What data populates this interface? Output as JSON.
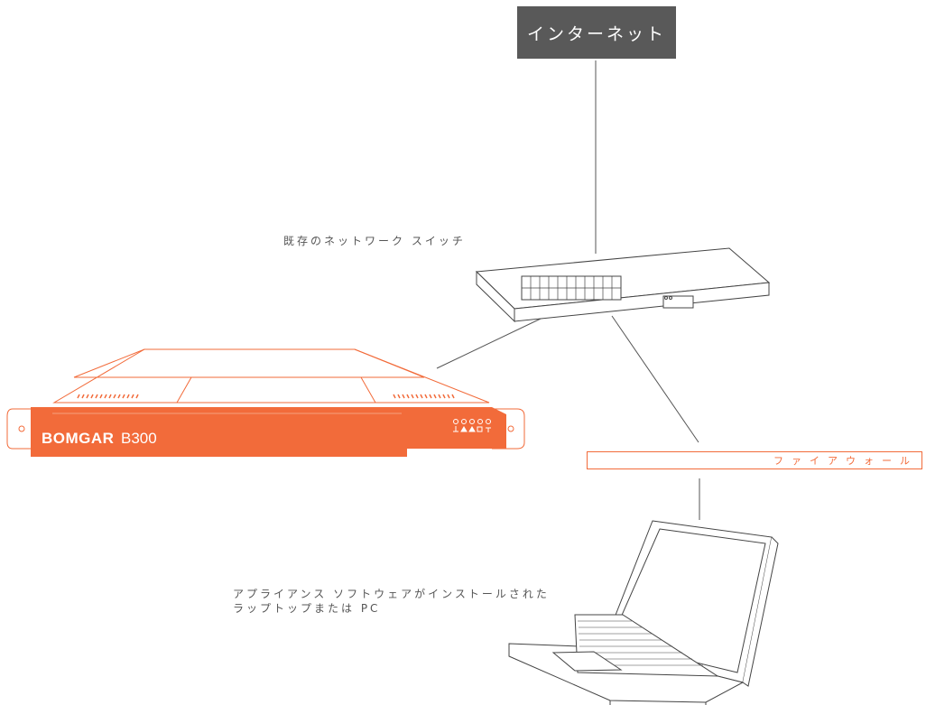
{
  "internet": {
    "label": "インターネット"
  },
  "switch": {
    "label": "既存のネットワーク スイッチ"
  },
  "appliance": {
    "brand": "BOMGAR",
    "model": "B300"
  },
  "firewall": {
    "label": "ファイアウォール"
  },
  "laptop": {
    "label_line1": "アプライアンス ソフトウェアがインストールされた",
    "label_line2": "ラップトップまたは PC"
  },
  "colors": {
    "accent": "#f26b3a",
    "internet_box": "#595959",
    "line": "#555555"
  }
}
